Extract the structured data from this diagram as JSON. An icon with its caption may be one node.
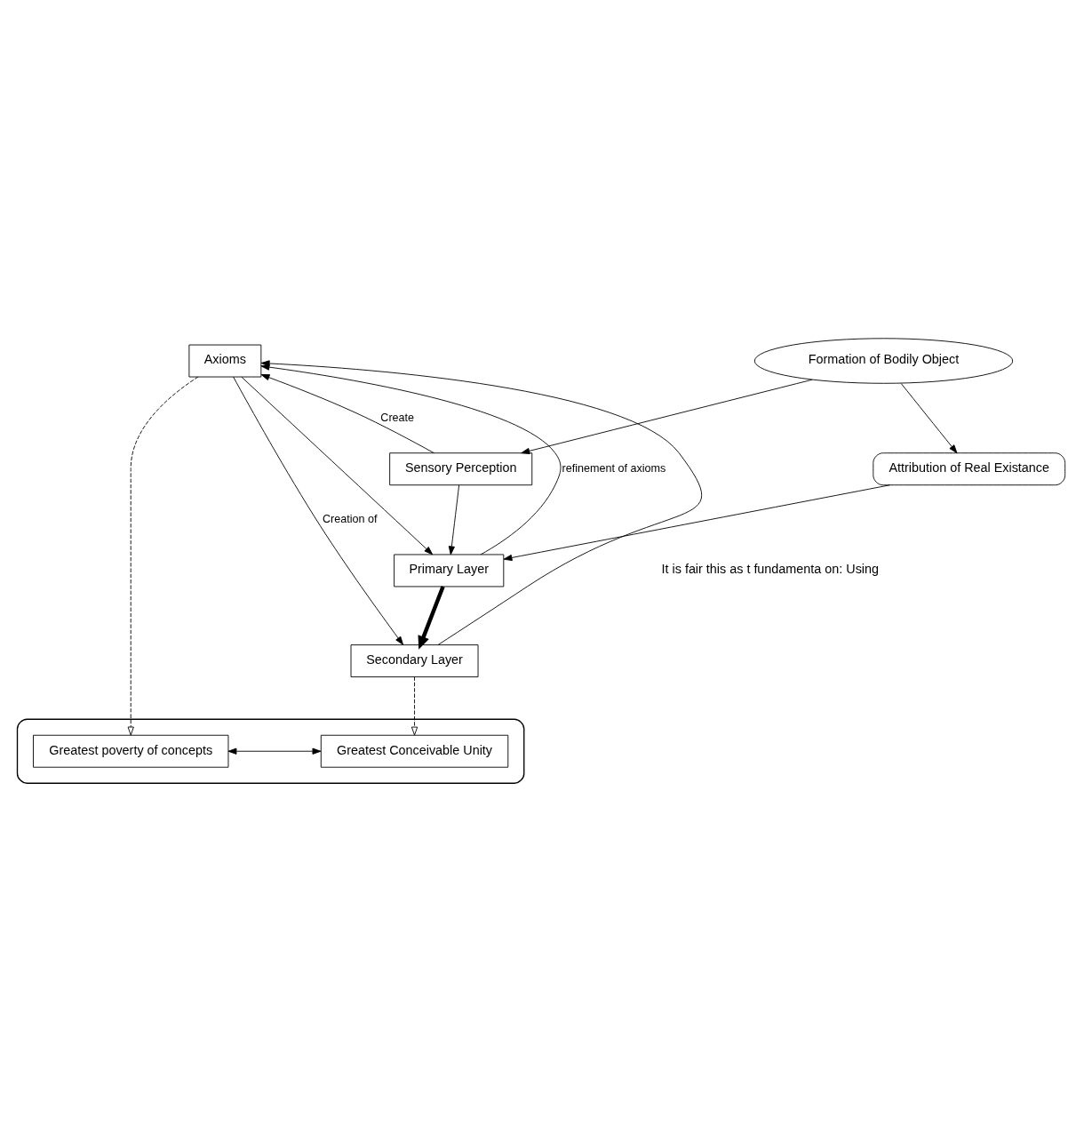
{
  "diagram": {
    "nodes": [
      {
        "text": [
          "Axioms"
        ]
      },
      {
        "text": [
          "Formation of Bodily Object"
        ]
      },
      {
        "text": [
          "Sensory Perception"
        ]
      },
      {
        "text": [
          "Attribution of Real Existance"
        ]
      },
      {
        "text": [
          "Primary Layer"
        ]
      },
      {
        "text": [
          "Secondary Layer"
        ]
      },
      {
        "text": [],
        "shape": "cloud"
      },
      {
        "text": [
          "Greatest poverty of concepts"
        ],
        "in": 6
      },
      {
        "text": [
          "Greatest Conceivable Unity"
        ],
        "in": 6
      }
    ],
    "edges": [
      {
        "from": 2,
        "to": 0,
        "arrow": "to",
        "label": "Create"
      },
      {
        "from": 1,
        "to": 2,
        "arrow": "to"
      },
      {
        "from": 1,
        "to": 3,
        "arrow": "to"
      },
      {
        "from": 2,
        "to": 4,
        "arrow": "to"
      },
      {
        "from": 3,
        "to": 4,
        "arrow": "to"
      },
      {
        "from": 0,
        "to": 4,
        "arrow": "to"
      },
      {
        "from": 4,
        "to": 0,
        "arrow": "to",
        "label": "refinement of axioms"
      },
      {
        "from": 5,
        "to": 0,
        "arrow": "to"
      },
      {
        "from": 0,
        "to": 5,
        "arrow": "to",
        "label": "Creation of"
      },
      {
        "from": 4,
        "to": 5,
        "arrow": "to",
        "style": "thick"
      },
      {
        "from": 5,
        "to": 8,
        "arrow": "to",
        "style": "dashed"
      },
      {
        "from": 0,
        "to": 7,
        "arrow": "to",
        "style": "dashed"
      },
      {
        "from": 7,
        "to": 8,
        "arrow": "both"
      }
    ],
    "labels": [
      "It is fair this as t fundamenta on: Using"
    ]
  }
}
